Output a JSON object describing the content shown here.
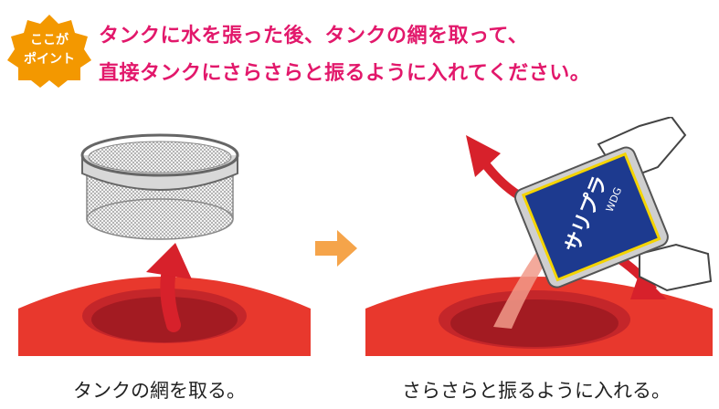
{
  "badge": {
    "line1": "ここが",
    "line2": "ポイント"
  },
  "headline": {
    "line1": "タンクに水を張った後、タンクの網を取って、",
    "line2": "直接タンクにさらさらと振るように入れてください。"
  },
  "product_label": "サリプラ",
  "product_sub": "WDG",
  "captions": {
    "left": "タンクの網を取る。",
    "right": "さらさらと振るように入れる。"
  },
  "colors": {
    "accent_pink": "#e2186b",
    "badge_orange": "#f39800",
    "tank_red": "#e8382d",
    "arrow_red": "#d7212b",
    "step_arrow": "#f5a44a",
    "package_blue": "#1d3a8f"
  }
}
